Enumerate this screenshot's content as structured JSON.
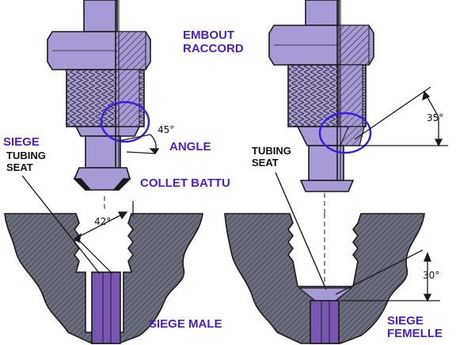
{
  "labels": {
    "embout": "EMBOUT",
    "raccord": "RACCORD",
    "angle": "ANGLE",
    "collet_battu": "COLLET BATTU",
    "siege_left": "SIEGE",
    "tubing_left": "TUBING",
    "seat_left": "SEAT",
    "tubing_right": "TUBING",
    "seat_right": "SEAT",
    "siege_male": "SIEGE MALE",
    "siege_femelle_1": "SIEGE",
    "siege_femelle_2": "FEMELLE"
  },
  "angles": {
    "a45": "45°",
    "a42": "42°",
    "a35": "35°",
    "a30": "30°"
  },
  "colors": {
    "fitting": "#a89ad6",
    "body": "#6a6d7d",
    "seat_block": "#7a55b4",
    "french_label": "#4b1fc4",
    "highlight_circle": "#3b1fe0",
    "outline": "#1a1a1a"
  }
}
